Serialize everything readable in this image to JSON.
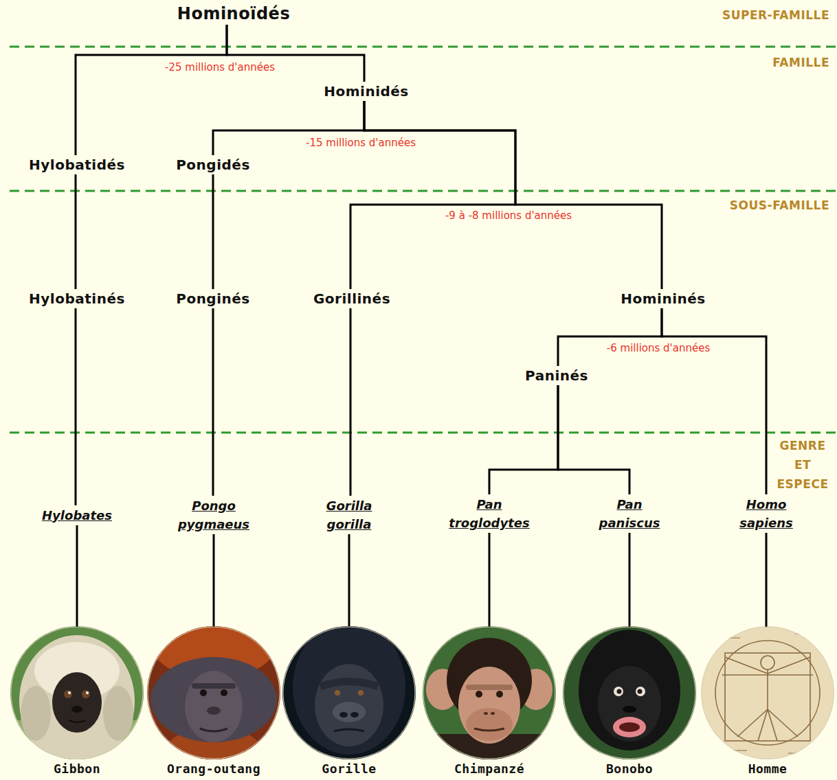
{
  "diagram": {
    "nodes": [
      {
        "text": [
          "Hominoïdés"
        ]
      },
      {
        "text": [
          "Hominidés"
        ]
      },
      {
        "text": [
          "Hylobatidés"
        ]
      },
      {
        "text": [
          "Pongidés"
        ]
      },
      {
        "text": [
          "Hylobatinés"
        ]
      },
      {
        "text": [
          "Ponginés"
        ]
      },
      {
        "text": [
          "Gorillinés"
        ]
      },
      {
        "text": [
          "Homininés"
        ]
      },
      {
        "text": [
          "Paninés"
        ]
      },
      {
        "text": [
          "Hylobates"
        ]
      },
      {
        "text": [
          "Pongo pygmaeus"
        ]
      },
      {
        "text": [
          "Gorilla gorilla"
        ]
      },
      {
        "text": [
          "Pan troglodytes"
        ]
      },
      {
        "text": [
          "Pan paniscus"
        ]
      },
      {
        "text": [
          "Homo sapiens"
        ]
      },
      {
        "text": [
          "Gibbon"
        ]
      },
      {
        "text": [
          "Orang-outang"
        ]
      },
      {
        "text": [
          "Gorille"
        ]
      },
      {
        "text": [
          "Chimpanzé"
        ]
      },
      {
        "text": [
          "Bonobo"
        ]
      },
      {
        "text": [
          "Homme"
        ]
      }
    ],
    "edges": [
      {
        "from": 0,
        "to": 2,
        "arrow": "none"
      },
      {
        "from": 0,
        "to": 1,
        "arrow": "none"
      },
      {
        "from": 1,
        "to": 3,
        "arrow": "none"
      },
      {
        "from": 1,
        "to": 6,
        "arrow": "none"
      },
      {
        "from": 1,
        "to": 7,
        "arrow": "none"
      },
      {
        "from": 2,
        "to": 4,
        "arrow": "none"
      },
      {
        "from": 3,
        "to": 5,
        "arrow": "none"
      },
      {
        "from": 7,
        "to": 8,
        "arrow": "none"
      },
      {
        "from": 7,
        "to": 14,
        "arrow": "none"
      },
      {
        "from": 4,
        "to": 9,
        "arrow": "none"
      },
      {
        "from": 5,
        "to": 10,
        "arrow": "none"
      },
      {
        "from": 6,
        "to": 11,
        "arrow": "none"
      },
      {
        "from": 8,
        "to": 12,
        "arrow": "none"
      },
      {
        "from": 8,
        "to": 13,
        "arrow": "none"
      },
      {
        "from": 9,
        "to": 15,
        "arrow": "none"
      },
      {
        "from": 10,
        "to": 16,
        "arrow": "none"
      },
      {
        "from": 11,
        "to": 17,
        "arrow": "none"
      },
      {
        "from": 12,
        "to": 18,
        "arrow": "none"
      },
      {
        "from": 13,
        "to": 19,
        "arrow": "none"
      },
      {
        "from": 14,
        "to": 20,
        "arrow": "none"
      }
    ],
    "labels": [
      "SUPER-FAMILLE",
      "FAMILLE",
      "-25 millions d'années",
      "-15 millions d'années",
      "SOUS-FAMILLE",
      "-9 à -8 millions d'années",
      "-6 millions d'années",
      "GENRE ET ESPECE"
    ]
  }
}
